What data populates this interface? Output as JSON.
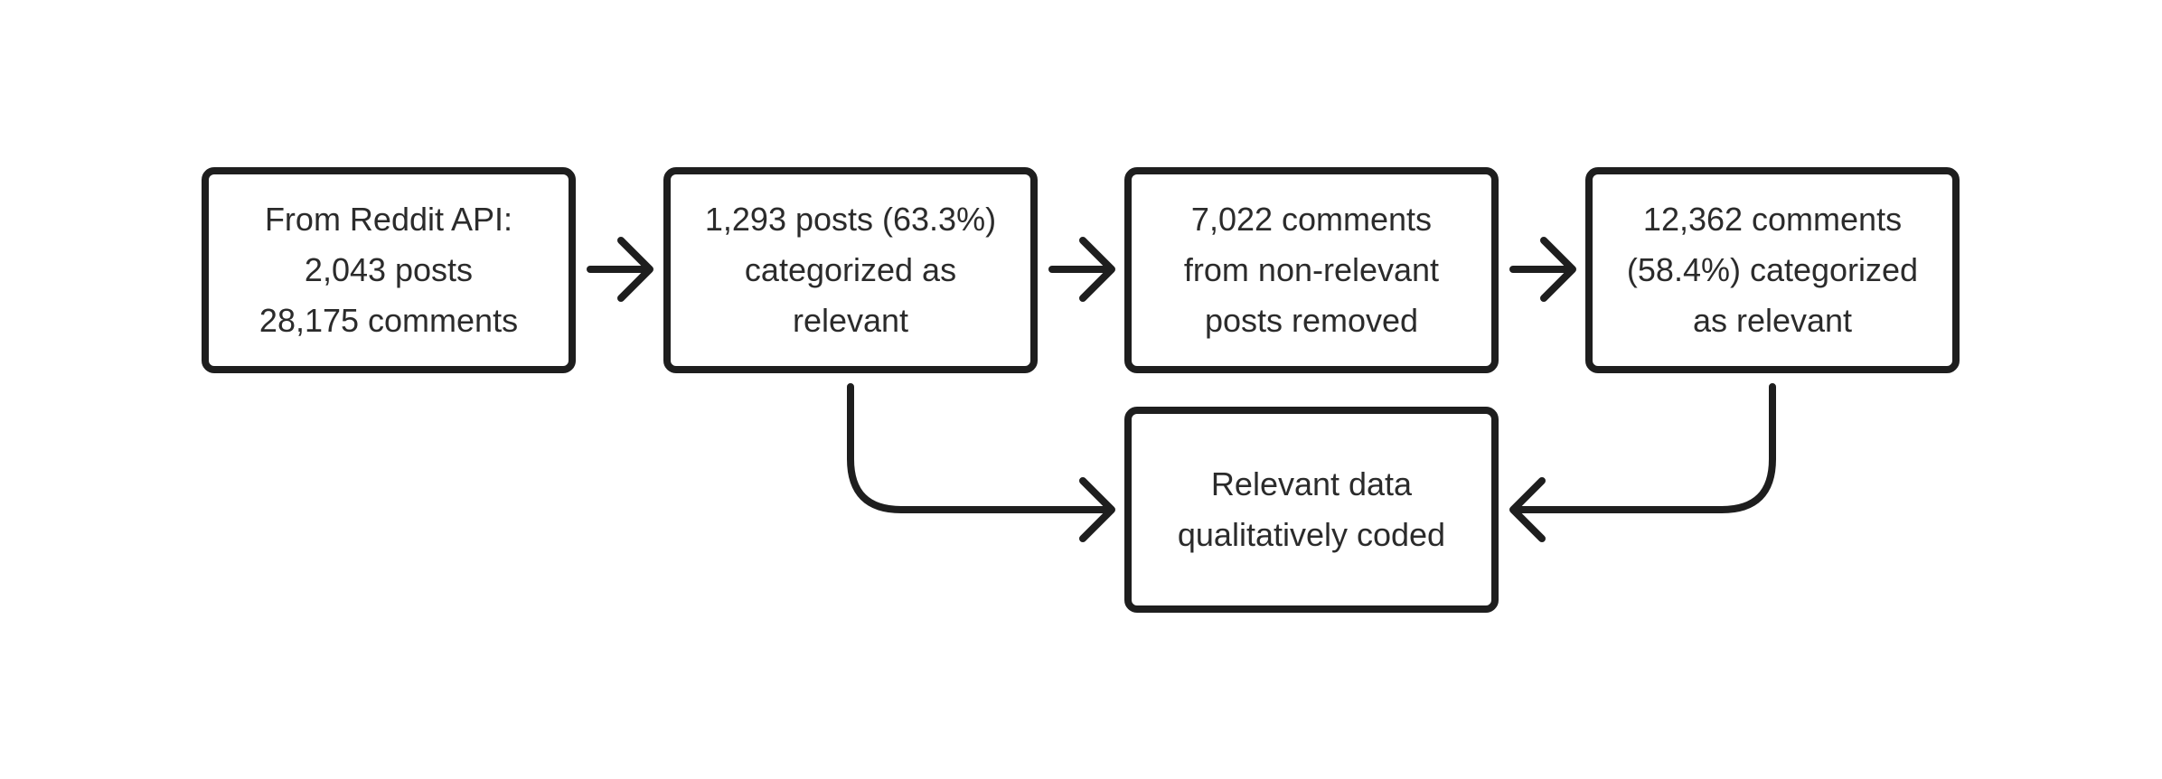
{
  "nodes": {
    "source": {
      "lines": [
        "From Reddit API:",
        "2,043 posts",
        "28,175 comments"
      ]
    },
    "posts": {
      "lines": [
        "1,293 posts (63.3%)",
        "categorized as",
        "relevant"
      ]
    },
    "removed": {
      "lines": [
        "7,022 comments",
        "from non-relevant",
        "posts removed"
      ]
    },
    "comments": {
      "lines": [
        "12,362 comments",
        "(58.4%) categorized",
        "as relevant"
      ]
    },
    "coded": {
      "lines": [
        "Relevant data",
        "qualitatively coded"
      ]
    }
  },
  "edges": [
    {
      "from": "source",
      "to": "posts"
    },
    {
      "from": "posts",
      "to": "removed"
    },
    {
      "from": "removed",
      "to": "comments"
    },
    {
      "from": "posts",
      "to": "coded"
    },
    {
      "from": "comments",
      "to": "coded"
    }
  ],
  "colors": {
    "stroke": "#1e1e1e",
    "text": "#2b2b2b",
    "background": "#ffffff"
  }
}
